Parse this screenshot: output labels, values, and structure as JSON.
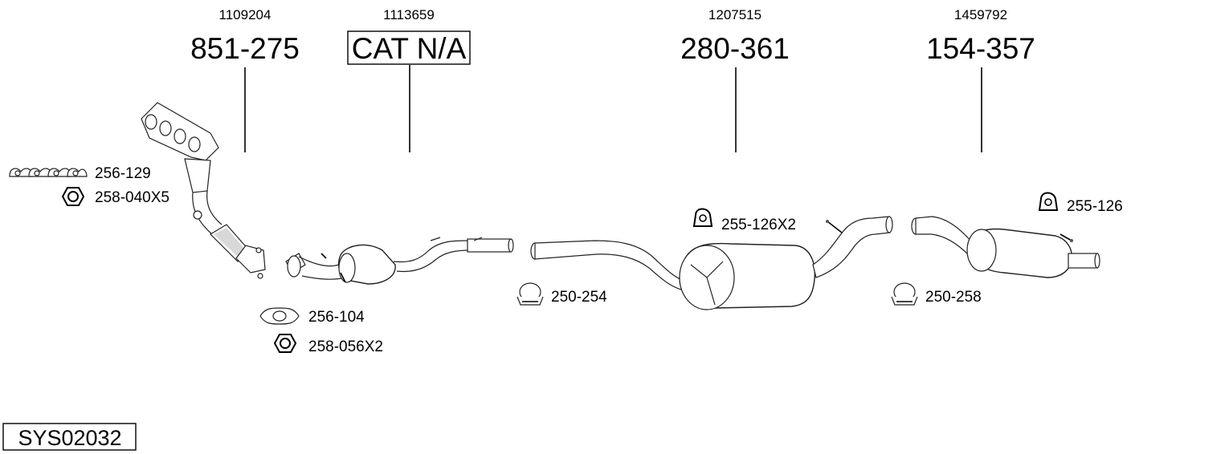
{
  "system_code": "SYS02032",
  "parts": [
    {
      "oem": "1109204",
      "part_no": "851-275",
      "boxed": false
    },
    {
      "oem": "1113659",
      "part_no": "CAT N/A",
      "boxed": true
    },
    {
      "oem": "1207515",
      "part_no": "280-361",
      "boxed": false
    },
    {
      "oem": "1459792",
      "part_no": "154-357",
      "boxed": false
    }
  ],
  "accessories": [
    {
      "label": "256-129",
      "icon": "gasket-set-icon"
    },
    {
      "label": "258-040X5",
      "icon": "hex-nut-icon"
    },
    {
      "label": "256-104",
      "icon": "flange-gasket-icon"
    },
    {
      "label": "258-056X2",
      "icon": "hex-nut-icon"
    },
    {
      "label": "250-254",
      "icon": "pipe-clamp-icon"
    },
    {
      "label": "255-126X2",
      "icon": "rubber-hanger-icon"
    },
    {
      "label": "250-258",
      "icon": "pipe-clamp-icon"
    },
    {
      "label": "255-126",
      "icon": "rubber-hanger-icon"
    }
  ]
}
